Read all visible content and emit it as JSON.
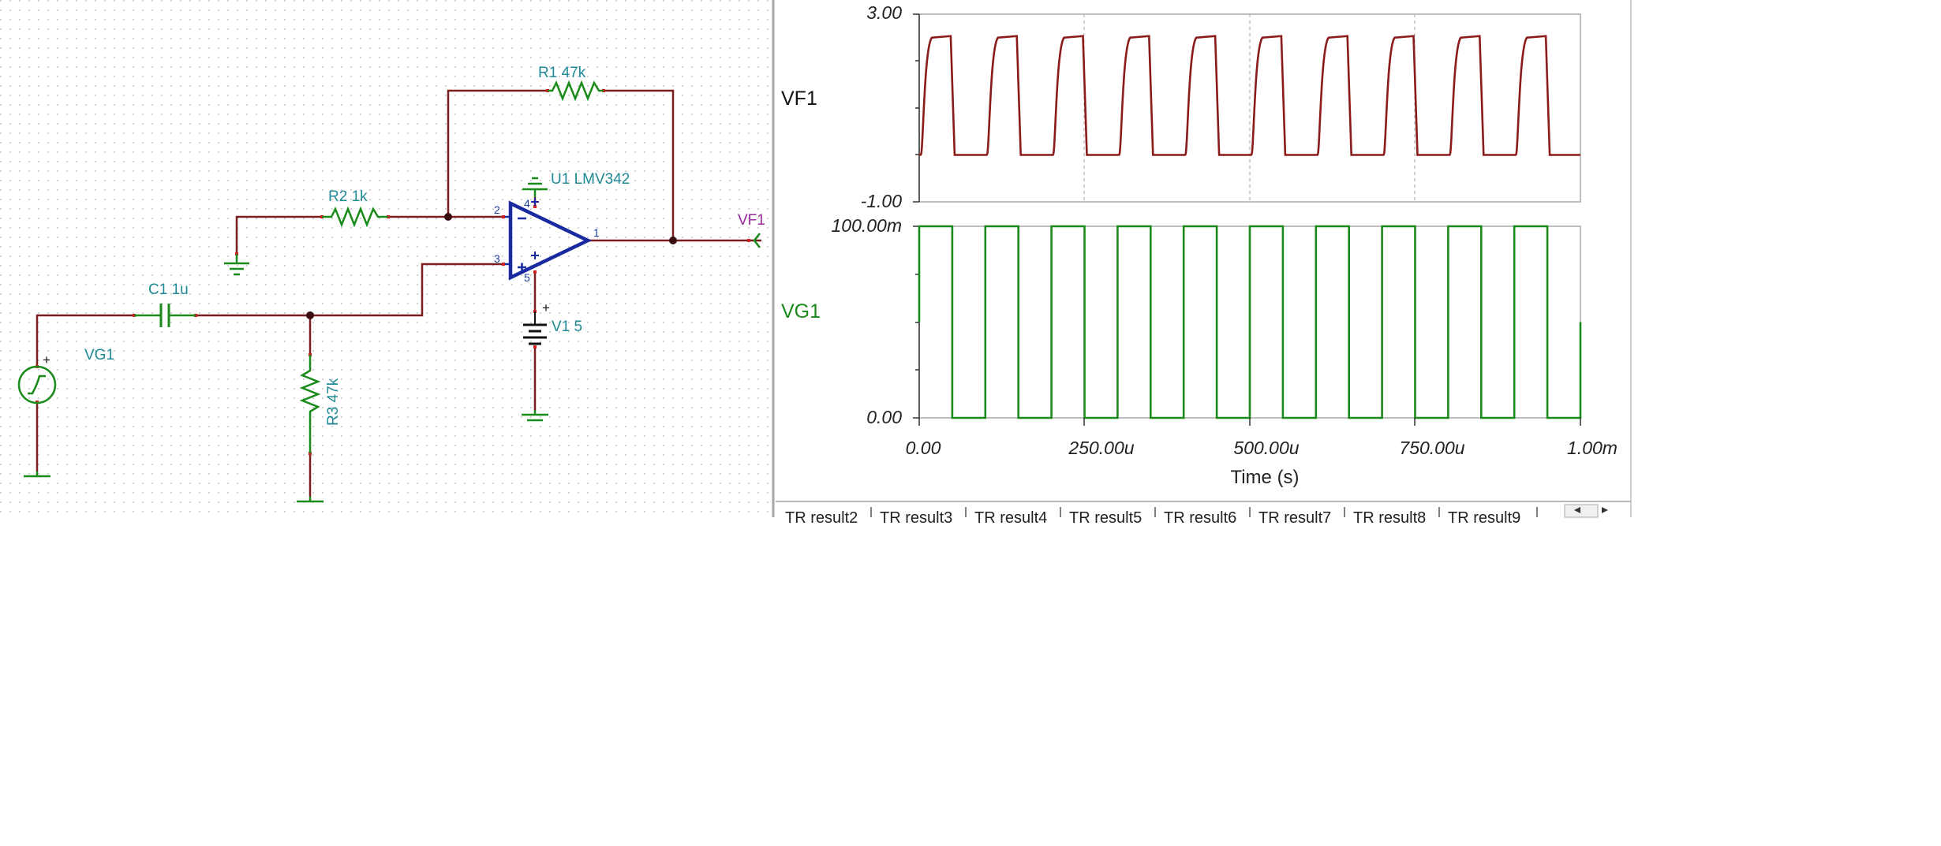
{
  "schematic": {
    "components": {
      "r1": "R1 47k",
      "r2": "R2 1k",
      "r3": "R3 47k",
      "c1": "C1 1u",
      "u1": "U1 LMV342",
      "v1": "V1 5",
      "vg1": "VG1",
      "vf1": "VF1"
    },
    "pins": {
      "in_neg": "2",
      "in_pos": "3",
      "out": "1",
      "v_pos": "4",
      "v_neg": "5"
    },
    "colors": {
      "wire": "#7a1f1f",
      "component": "#1a8a1a",
      "opamp": "#1a2aa0",
      "label": "#1f8a96"
    }
  },
  "graph": {
    "traces": [
      {
        "name": "VF1",
        "color": "#8b1a1a",
        "ylim": [
          -1.0,
          3.0
        ],
        "y_ticks": [
          "3.00",
          "-1.00"
        ],
        "low": 0.0,
        "high": 2.5
      },
      {
        "name": "VG1",
        "color": "#1a8a1a",
        "ylim": [
          0.0,
          0.1
        ],
        "y_ticks": [
          "100.00m",
          "0.00"
        ],
        "low": 0.0,
        "high": 0.1
      }
    ],
    "x_ticks": [
      "0.00",
      "250.00u",
      "500.00u",
      "750.00u",
      "1.00m"
    ],
    "x_label": "Time (s)",
    "x_range_s": [
      0.0,
      0.001
    ],
    "period_s": 0.0001,
    "duty": 0.5
  },
  "tabs": [
    "TR result2",
    "TR result3",
    "TR result4",
    "TR result5",
    "TR result6",
    "TR result7",
    "TR result8",
    "TR result9"
  ]
}
